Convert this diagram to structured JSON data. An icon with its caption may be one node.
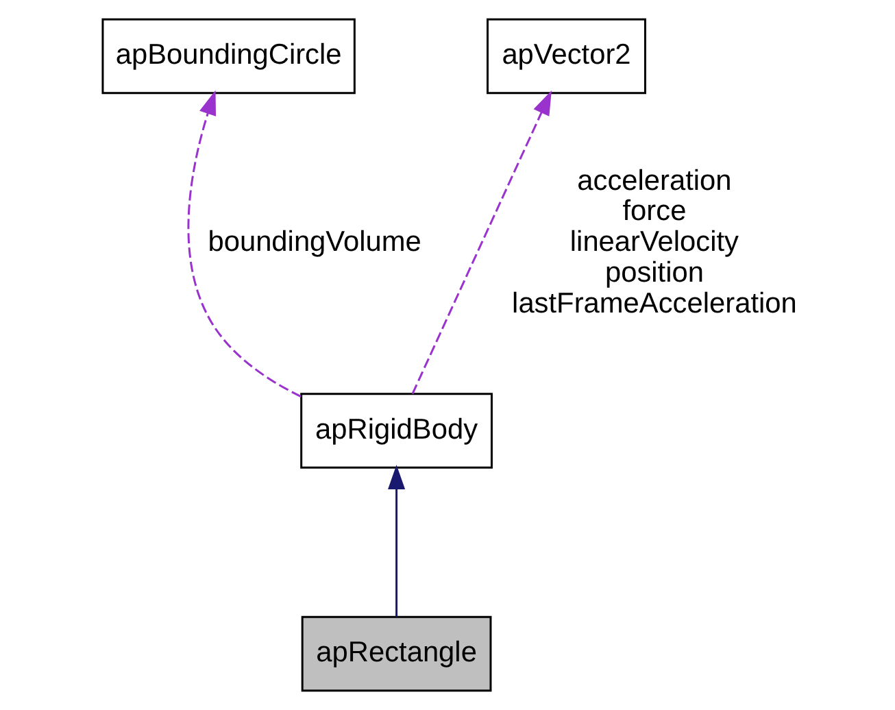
{
  "diagram": {
    "nodes": [
      {
        "text": [
          "apBoundingCircle"
        ]
      },
      {
        "text": [
          "apVector2"
        ]
      },
      {
        "text": [
          "apRigidBody"
        ]
      },
      {
        "text": [
          "apRectangle"
        ]
      }
    ],
    "edges": [
      {
        "from": 2,
        "to": 0,
        "arrow": "to",
        "label": "boundingVolume",
        "style": "dashed"
      },
      {
        "from": 2,
        "to": 1,
        "arrow": "to",
        "label": "acceleration force linearVelocity position lastFrameAcceleration",
        "style": "dashed"
      },
      {
        "from": 3,
        "to": 2,
        "arrow": "to",
        "color": "#191970"
      }
    ]
  }
}
